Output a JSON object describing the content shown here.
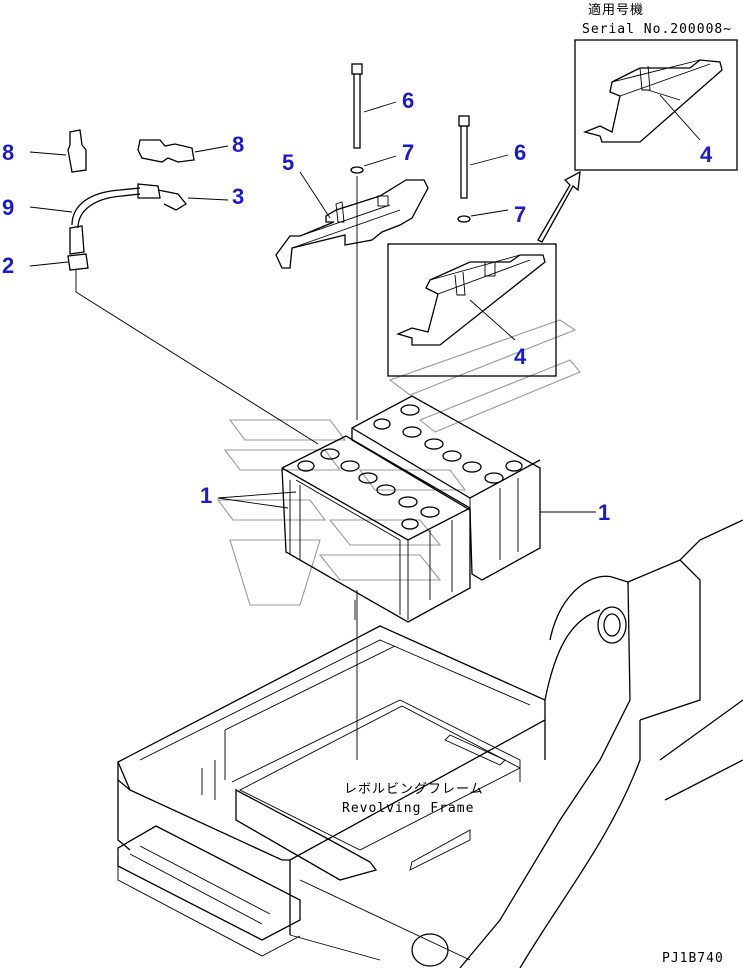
{
  "serial_note": {
    "applicable_label": "適用号機",
    "serial": "Serial No.200008~"
  },
  "frame_label": {
    "japanese": "レボルビングフレーム",
    "english": "Revolving Frame"
  },
  "drawing_code": "PJ1B740",
  "callouts": {
    "battery_left": "1",
    "battery_right": "1",
    "terminal": "2",
    "terminal_bolt": "3",
    "clamp_inset_lower": "4",
    "clamp_inset_upper": "4",
    "clamp": "5",
    "bolt_left": "6",
    "bolt_right": "6",
    "washer_left": "7",
    "washer_right": "7",
    "cap_left": "8",
    "cap_right": "8",
    "cable": "9"
  },
  "colors": {
    "callout": "#1a1ad6",
    "line": "#000000",
    "watermark": "#9a9a9a"
  }
}
